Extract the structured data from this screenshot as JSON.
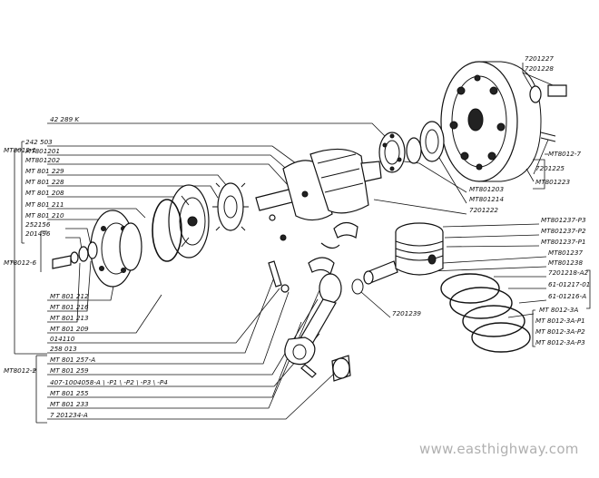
{
  "left_labels": [
    {
      "id": "l1",
      "text": "42 289 K"
    },
    {
      "id": "l2",
      "text": "242 503"
    },
    {
      "id": "l3",
      "text": "МТ801201"
    },
    {
      "id": "l4",
      "text": "МТ801202"
    },
    {
      "id": "l5",
      "text": "МТ 801 229"
    },
    {
      "id": "l6",
      "text": "МТ 801 228"
    },
    {
      "id": "l7",
      "text": "МТ 801 208"
    },
    {
      "id": "l8",
      "text": "МТ 801 211"
    },
    {
      "id": "l9",
      "text": "МТ 801 210"
    },
    {
      "id": "l10",
      "text": "252156"
    },
    {
      "id": "l11",
      "text": "201496"
    },
    {
      "id": "l12",
      "text": "МТ 801 212"
    },
    {
      "id": "l13",
      "text": "МТ 801 216"
    },
    {
      "id": "l14",
      "text": "МТ 801 213"
    },
    {
      "id": "l15",
      "text": "МТ 801 209"
    },
    {
      "id": "l16",
      "text": "014110"
    },
    {
      "id": "l17",
      "text": "258 013"
    },
    {
      "id": "l18",
      "text": "МТ 801 257-А"
    },
    {
      "id": "l19",
      "text": "МТ 801 259"
    },
    {
      "id": "l20",
      "text": "407-1004058-А \\ -Р1 \\ -Р2 \\ -Р3 \\ -Р4"
    },
    {
      "id": "l21",
      "text": "МТ 801 255"
    },
    {
      "id": "l22",
      "text": "МТ 801 233"
    },
    {
      "id": "l23",
      "text": "7 201234-А"
    }
  ],
  "group_labels": [
    {
      "id": "g1",
      "text": "МТ8012-1"
    },
    {
      "id": "g2",
      "text": "МТ8012-6"
    },
    {
      "id": "g3",
      "text": "МТ8012-2"
    }
  ],
  "right_labels": [
    {
      "id": "r1",
      "text": "7201227"
    },
    {
      "id": "r2",
      "text": "7201228"
    },
    {
      "id": "r3",
      "text": "МТ8012-7"
    },
    {
      "id": "r4",
      "text": "7201225"
    },
    {
      "id": "r5",
      "text": "МТ801223"
    },
    {
      "id": "r6",
      "text": "МТ801203"
    },
    {
      "id": "r7",
      "text": "МТ801214"
    },
    {
      "id": "r8",
      "text": "7201222"
    },
    {
      "id": "r9",
      "text": "МТ801237-Р3"
    },
    {
      "id": "r10",
      "text": "МТ801237-Р2"
    },
    {
      "id": "r11",
      "text": "МТ801237-Р1"
    },
    {
      "id": "r12",
      "text": "МТ801237"
    },
    {
      "id": "r13",
      "text": "МТ801238"
    },
    {
      "id": "r14",
      "text": "7201218-А2"
    },
    {
      "id": "r15",
      "text": "61-01217-01"
    },
    {
      "id": "r16",
      "text": "61-01216-А"
    },
    {
      "id": "r17",
      "text": "МТ 8012-3А"
    },
    {
      "id": "r18",
      "text": "МТ 8012-3А-Р1"
    },
    {
      "id": "r19",
      "text": "МТ 8012-3А-Р2"
    },
    {
      "id": "r20",
      "text": "МТ 8012-3А-Р3"
    },
    {
      "id": "r21",
      "text": "7201239"
    }
  ],
  "watermark": "www.easthighway.com"
}
